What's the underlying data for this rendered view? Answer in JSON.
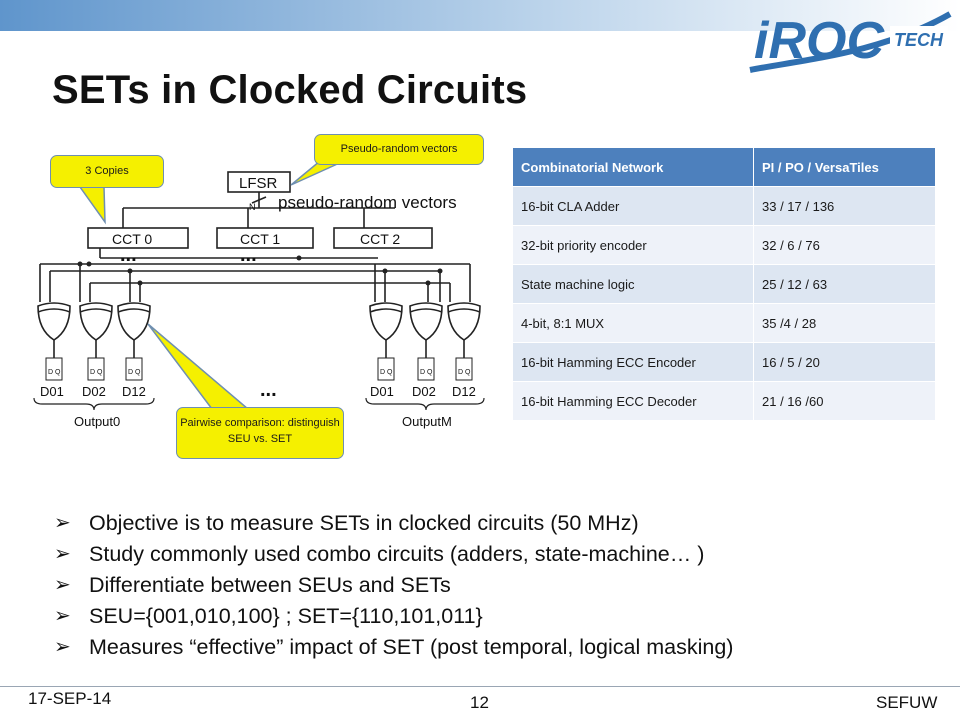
{
  "slide": {
    "title": "SETs in Clocked Circuits",
    "logo": {
      "name": "iROC",
      "sub": "TECH"
    }
  },
  "diagram": {
    "lfsr_label": "LFSR",
    "n_label": "N",
    "vectors_label": "pseudo-random vectors",
    "cct_labels": [
      "CCT 0",
      "CCT 1",
      "CCT 2"
    ],
    "ellipsis": "...",
    "left_outputs": [
      "D01",
      "D02",
      "D12"
    ],
    "right_outputs": [
      "D01",
      "D02",
      "D12"
    ],
    "output_left": "Output0",
    "output_right": "OutputM",
    "dq": "D Q"
  },
  "callouts": {
    "copies": "3 Copies",
    "vectors": "Pseudo-random vectors",
    "comparison": "Pairwise comparison: distinguish SEU vs. SET"
  },
  "table": {
    "headers": [
      "Combinatorial Network",
      "PI / PO / VersaTiles"
    ],
    "rows": [
      [
        "16-bit CLA Adder",
        "33 / 17 / 136"
      ],
      [
        "32-bit priority encoder",
        "32 / 6 / 76"
      ],
      [
        "State machine logic",
        "25 / 12 / 63"
      ],
      [
        "4-bit, 8:1 MUX",
        "35 /4 / 28"
      ],
      [
        "16-bit Hamming ECC Encoder",
        "16 / 5 / 20"
      ],
      [
        "16-bit Hamming ECC Decoder",
        "21 / 16 /60"
      ]
    ]
  },
  "bullets": [
    "Objective is to measure SETs in clocked circuits (50 MHz)",
    "Study commonly used combo circuits (adders, state-machine… )",
    "Differentiate between SEUs and SETs",
    "SEU={001,010,100} ; SET={110,101,011}",
    "Measures “effective” impact of SET (post temporal, logical masking)"
  ],
  "footer": {
    "date": "17-SEP-14",
    "page": "12",
    "org": "SEFUW"
  },
  "colors": {
    "table_header": "#4d80bd",
    "callout_fill": "#f5f000",
    "title_bar": "#6fa0d0"
  }
}
